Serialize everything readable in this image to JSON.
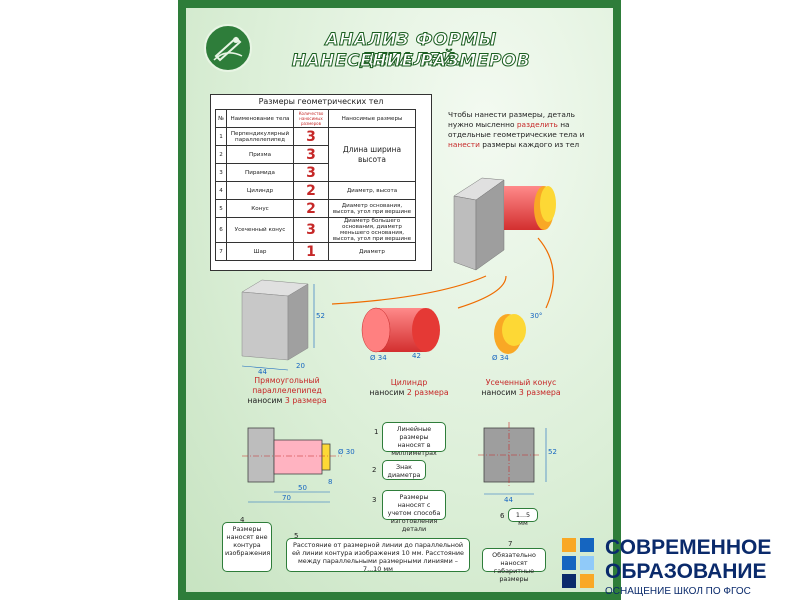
{
  "poster": {
    "title_line1": "АНАЛИЗ ФОРМЫ ДЕТАЛЕЙ.",
    "title_line2": "НАНЕСЕНИЕ РАЗМЕРОВ",
    "table": {
      "title": "Размеры геометрических тел",
      "headers": [
        "№",
        "Наименование тела",
        "Количество наносимых размеров",
        "Наносимые размеры"
      ],
      "rows": [
        {
          "n": "1",
          "name": "Перпендикулярный параллелепипед",
          "count": "3"
        },
        {
          "n": "2",
          "name": "Призма",
          "count": "3"
        },
        {
          "n": "3",
          "name": "Пирамида",
          "count": "3"
        },
        {
          "n": "4",
          "name": "Цилиндр",
          "count": "2",
          "dims": "Диаметр, высота"
        },
        {
          "n": "5",
          "name": "Конус",
          "count": "2",
          "dims": "Диаметр основания, высота, угол при вершине"
        },
        {
          "n": "6",
          "name": "Усеченный конус",
          "count": "3",
          "dims": "Диаметр большего основания, диаметр меньшего основания, высота, угол при вершине"
        },
        {
          "n": "7",
          "name": "Шар",
          "count": "1",
          "dims": "Диаметр"
        }
      ],
      "merged_dims": "Длина ширина высота"
    },
    "intro": {
      "p1": "Чтобы нанести размеры, деталь нужно мысленно",
      "w1": "разделить",
      "p2": "на отдельные геометрические тела и",
      "w2": "нанести",
      "p3": "размеры каждого из тел"
    },
    "solids": [
      {
        "name_red": "Прямоугольный параллелепипед",
        "suffix": "наносим",
        "count": "3 размера"
      },
      {
        "name_red": "Цилиндр",
        "suffix": "наносим",
        "count": "2 размера"
      },
      {
        "name_red": "Усеченный конус",
        "suffix": "наносим",
        "count": "3 размера"
      }
    ],
    "dims": {
      "a": "44",
      "b": "52",
      "c": "20",
      "d": "Ø 34",
      "e": "42",
      "f": "30°",
      "g": "Ø 34",
      "h": "8",
      "i": "50",
      "j": "70",
      "k": "Ø 30",
      "l": "44",
      "m": "52"
    },
    "notes": [
      {
        "n": "1",
        "text": "Линейные размеры наносят в миллиметрах"
      },
      {
        "n": "2",
        "text": "Знак диаметра"
      },
      {
        "n": "3",
        "text": "Размеры наносят с учетом способа изготовления детали"
      },
      {
        "n": "4",
        "text": "Размеры наносят вне контура изображения"
      },
      {
        "n": "5",
        "text": "Расстояние от размерной линии до параллельной ей линии контура изображения 10 мм. Расстояние между параллельными размерными линиями – 7...10 мм"
      },
      {
        "n": "6",
        "text": "1...5 мм"
      },
      {
        "n": "7",
        "text": "Обязательно наносят габаритные размеры"
      }
    ]
  },
  "brand": {
    "line1": "СОВРЕМЕННОЕ",
    "line2": "ОБРАЗОВАНИЕ",
    "line3": "ОСНАЩЕНИЕ ШКОЛ ПО ФГОС"
  }
}
